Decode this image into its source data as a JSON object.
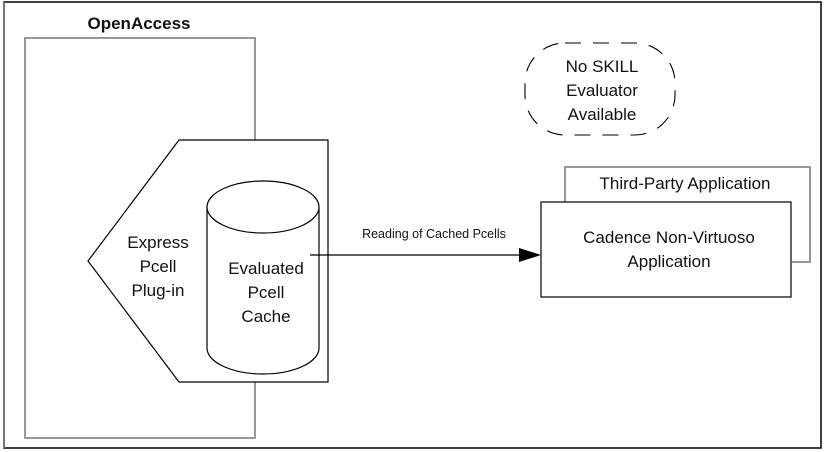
{
  "title": "OpenAccess",
  "plugin_label": [
    "Express",
    "Pcell",
    "Plug-in"
  ],
  "cache_label": [
    "Evaluated",
    "Pcell",
    "Cache"
  ],
  "arrow_label": "Reading of Cached Pcells",
  "no_skill_label": [
    "No SKILL",
    "Evaluator",
    "Available"
  ],
  "third_party_label": "Third-Party Application",
  "cadence_app_label": [
    "Cadence Non-Virtuoso",
    "Application"
  ],
  "colors": {
    "stroke": "#000000",
    "frame_gray": "#777777",
    "text": "#111111"
  }
}
